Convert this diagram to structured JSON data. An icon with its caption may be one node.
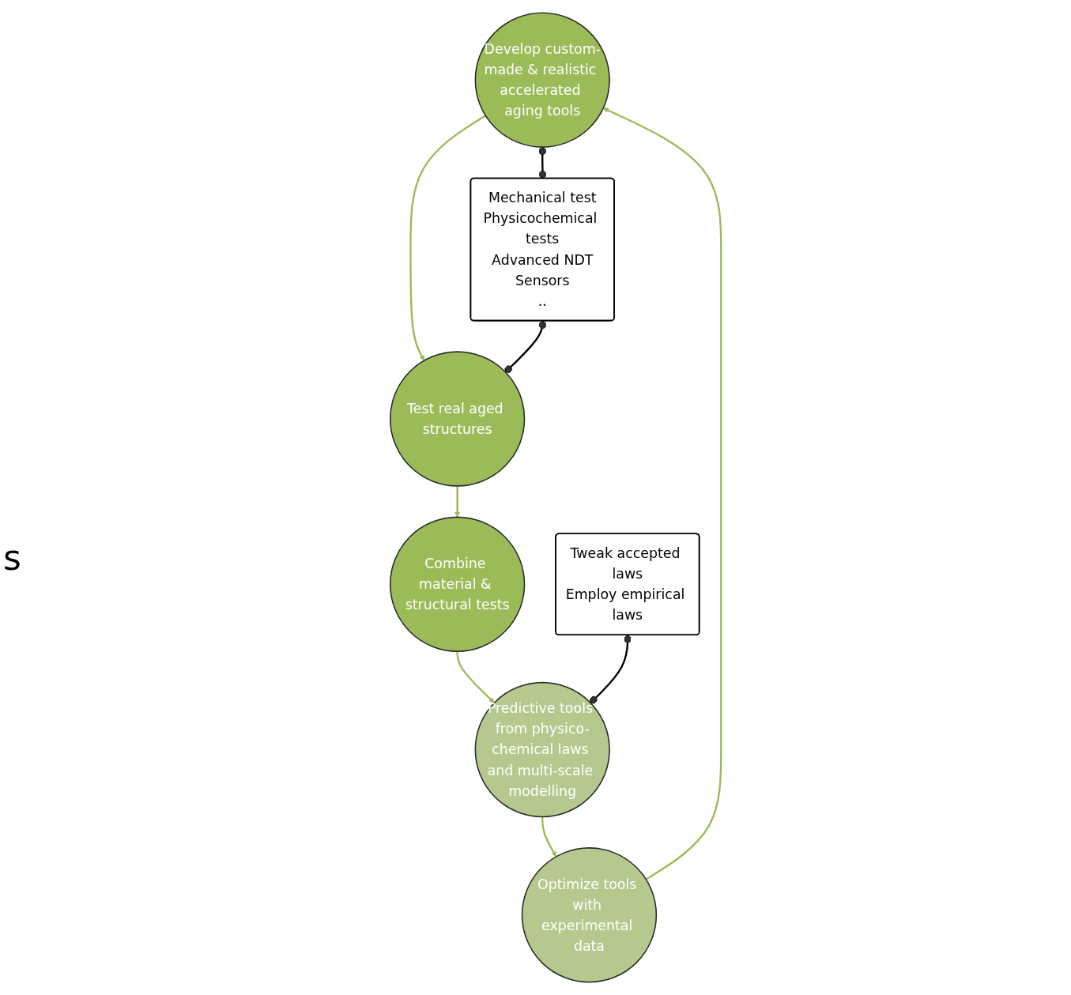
{
  "diagram": {
    "nodes": [
      {
        "text": [
          "Develop custom-made & realistic accelerated aging tools"
        ]
      },
      {
        "text": [
          "Mechanical test",
          "Physicochemical tests",
          "Advanced NDT",
          "Sensors",
          ".."
        ]
      },
      {
        "text": [
          "Test real aged structures"
        ]
      },
      {
        "text": [
          "Combine material & structural tests"
        ]
      },
      {
        "text": [
          "Predictive tools from physico-chemical laws and multi-scale modelling"
        ]
      },
      {
        "text": [
          "Tweak accepted laws",
          "Employ empirical laws"
        ]
      },
      {
        "text": [
          "Optimize tools with experimental data"
        ]
      }
    ],
    "edges": [
      {
        "from": 0,
        "to": 2,
        "arrow": "to"
      },
      {
        "from": 2,
        "to": 3,
        "arrow": "to"
      },
      {
        "from": 3,
        "to": 4,
        "arrow": "to"
      },
      {
        "from": 4,
        "to": 6,
        "arrow": "to"
      },
      {
        "from": 6,
        "to": 0,
        "arrow": "to"
      },
      {
        "from": 0,
        "to": 1,
        "arrow": "other",
        "color": "#000000"
      },
      {
        "from": 1,
        "to": 2,
        "arrow": "other",
        "color": "#000000"
      },
      {
        "from": 5,
        "to": 4,
        "arrow": "other",
        "color": "#000000"
      }
    ],
    "labels": [
      "s"
    ]
  }
}
